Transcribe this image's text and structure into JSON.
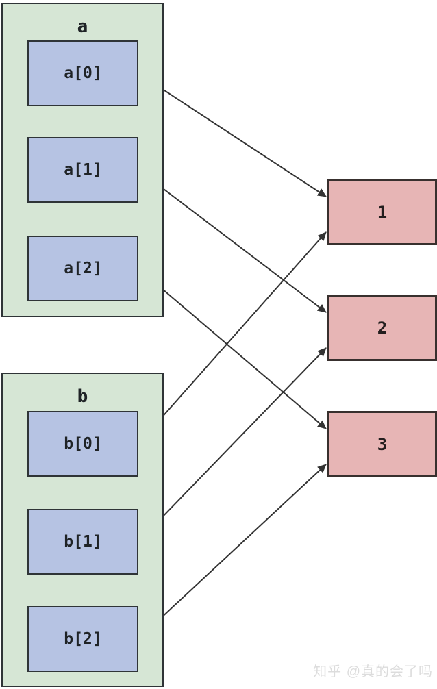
{
  "diagram": {
    "arrays": [
      {
        "id": "a",
        "label": "a",
        "items": [
          {
            "id": "a[0]",
            "label": "a[0]"
          },
          {
            "id": "a[1]",
            "label": "a[1]"
          },
          {
            "id": "a[2]",
            "label": "a[2]"
          }
        ]
      },
      {
        "id": "b",
        "label": "b",
        "items": [
          {
            "id": "b[0]",
            "label": "b[0]"
          },
          {
            "id": "b[1]",
            "label": "b[1]"
          },
          {
            "id": "b[2]",
            "label": "b[2]"
          }
        ]
      }
    ],
    "values": [
      {
        "id": "1",
        "label": "1"
      },
      {
        "id": "2",
        "label": "2"
      },
      {
        "id": "3",
        "label": "3"
      }
    ],
    "edges": [
      {
        "from": "a[0]",
        "to": "1",
        "slot": "upper"
      },
      {
        "from": "a[1]",
        "to": "2",
        "slot": "upper"
      },
      {
        "from": "a[2]",
        "to": "3",
        "slot": "upper"
      },
      {
        "from": "b[0]",
        "to": "1",
        "slot": "lower"
      },
      {
        "from": "b[1]",
        "to": "2",
        "slot": "lower"
      },
      {
        "from": "b[2]",
        "to": "3",
        "slot": "lower"
      }
    ]
  },
  "colors": {
    "group_fill": "#d6e6d5",
    "element_fill": "#b6c3e3",
    "value_fill": "#e7b5b5",
    "stroke": "#333333",
    "watermark": "#dcdcdc"
  },
  "watermark": {
    "text": "知乎 @真的会了吗"
  }
}
